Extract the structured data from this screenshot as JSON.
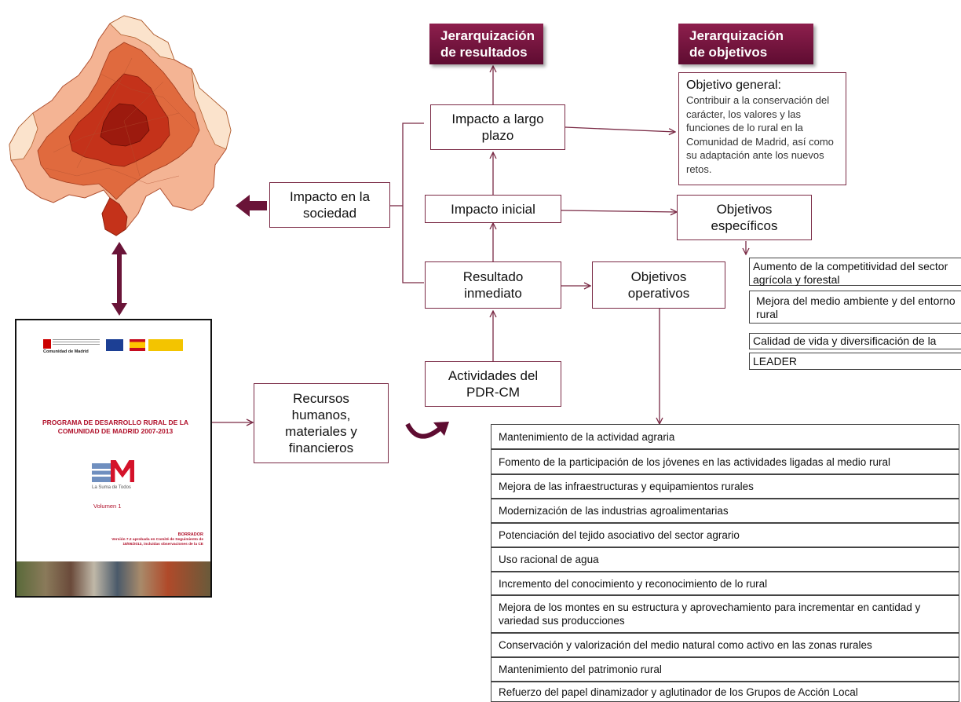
{
  "banners": {
    "results": "Jerarquización de resultados",
    "objectives": "Jerarquización de objetivos"
  },
  "hierarchy": {
    "long_term": "Impacto a largo plazo",
    "initial": "Impacto inicial",
    "immediate": "Resultado inmediato",
    "activities": "Actividades del PDR-CM",
    "society": "Impacto en la sociedad",
    "resources": "Recursos humanos, materiales y financieros"
  },
  "objectives": {
    "general_title": "Objetivo general:",
    "general_text": "Contribuir a la conservación del carácter, los valores y las funciones de lo rural en la Comunidad de Madrid, así como su adaptación ante los nuevos retos.",
    "specific": "Objetivos específicos",
    "operative": "Objetivos operativos"
  },
  "specific_items": [
    "Aumento de la competitividad del sector agrícola y forestal",
    "Mejora del medio ambiente y del entorno rural",
    "Calidad de vida y diversificación de la",
    "LEADER"
  ],
  "operative_items": [
    "Mantenimiento  de la actividad agraria",
    "Fomento de la participación de los jóvenes en las actividades  ligadas al medio rural",
    "Mejora  de las infraestructuras y equipamientos  rurales",
    "Modernización  de las industrias agroalimentarias",
    "Potenciación del tejido asociativo del sector agrario",
    "Uso racional de agua",
    "Incremento del conocimiento y reconocimiento de lo rural",
    "Mejora de los montes en su estructura y aprovechamiento para  incrementar en cantidad y variedad  sus producciones",
    "Conservación y valorización  del medio natural como activo en las zonas rurales",
    "Mantenimiento  del patrimonio rural",
    "Refuerzo del papel dinamizador y aglutinador  de los Grupos de Acción Local"
  ],
  "document": {
    "org": "Comunidad de Madrid",
    "title": "PROGRAMA DE DESARROLLO RURAL DE LA COMUNIDAD DE MADRID 2007-2013",
    "logo_sub": "La Suma de Todos",
    "volume": "Volumen 1",
    "draft": "BORRADOR",
    "version": "Versión 7.2 aprobada en Comité de Seguimiento de 18/06/2013, incluidas observaciones de la CE"
  },
  "colors": {
    "accent": "#6a1438",
    "line": "#7a2a45"
  }
}
